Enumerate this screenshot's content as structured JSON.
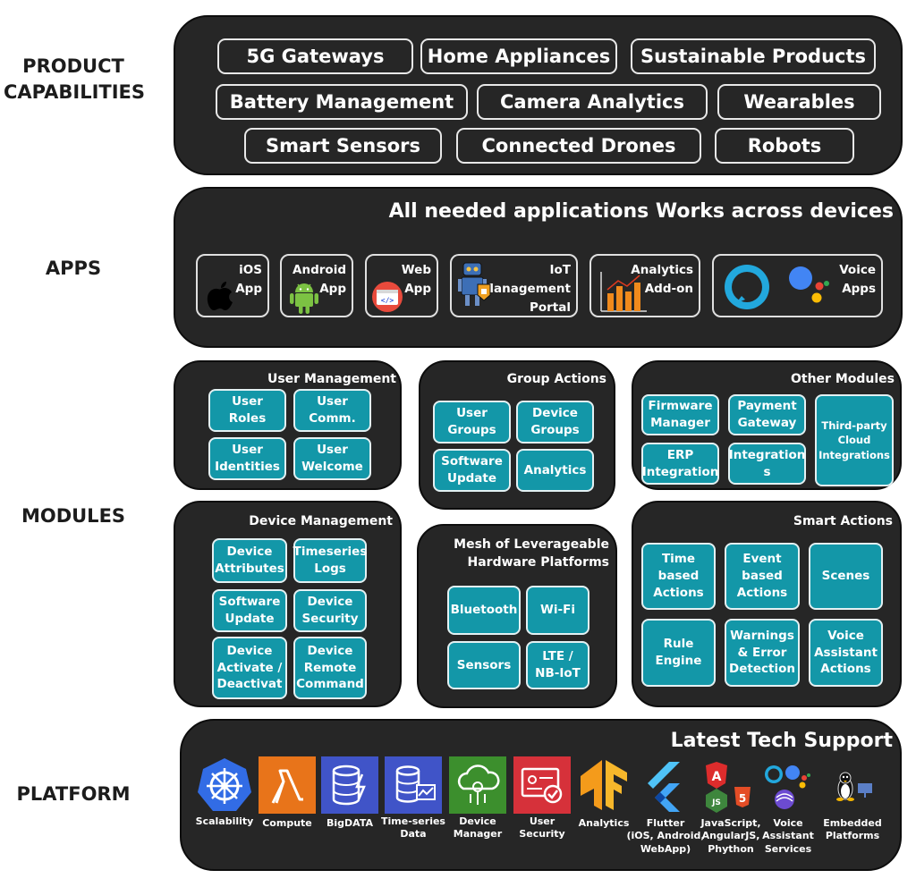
{
  "labels": {
    "product_line1": "PRODUCT",
    "product_line2": "CAPABILITIES",
    "apps": "APPS",
    "modules": "MODULES",
    "platform": "PLATFORM"
  },
  "capabilities": [
    "5G Gateways",
    "Home Appliances",
    "Sustainable Products",
    "Battery Management",
    "Camera Analytics",
    "Wearables",
    "Smart Sensors",
    "Connected Drones",
    "Robots"
  ],
  "apps": {
    "title": "All needed applications Works across devices",
    "items": [
      {
        "line1": "iOS",
        "line2": "App",
        "icon": "apple-icon"
      },
      {
        "line1": "Android",
        "line2": "App",
        "icon": "android-icon"
      },
      {
        "line1": "Web",
        "line2": "App",
        "icon": "code-icon"
      },
      {
        "line1": "IoT",
        "line2": "Management",
        "line3": "Portal",
        "icon": "robot-icon"
      },
      {
        "line1": "Analytics",
        "line2": "Add-on",
        "icon": "bar-chart-icon"
      },
      {
        "line1": "Voice",
        "line2": "Apps",
        "icon": "alexa-icon"
      }
    ]
  },
  "modules": {
    "user_management": {
      "title": "User Management",
      "tiles": [
        [
          "User",
          "Roles"
        ],
        [
          "User",
          "Comm."
        ],
        [
          "User",
          "Identities"
        ],
        [
          "User",
          "Welcome"
        ]
      ]
    },
    "group_actions": {
      "title": "Group Actions",
      "tiles": [
        [
          "User",
          "Groups"
        ],
        [
          "Device",
          "Groups"
        ],
        [
          "Software",
          "Update"
        ],
        [
          "Analytics"
        ]
      ]
    },
    "other_modules": {
      "title": "Other Modules",
      "tiles": [
        [
          "Firmware",
          "Manager"
        ],
        [
          "Payment",
          "Gateway"
        ],
        [
          "Third-party",
          "Cloud",
          "Integrations"
        ],
        [
          "ERP",
          "Integration"
        ],
        [
          "Integration",
          "s"
        ]
      ]
    },
    "device_management": {
      "title": "Device Management",
      "tiles": [
        [
          "Device",
          "Attributes"
        ],
        [
          "Timeseries",
          "Logs"
        ],
        [
          "Software",
          "Update"
        ],
        [
          "Device",
          "Security"
        ],
        [
          "Device",
          "Activate /",
          "Deactivat"
        ],
        [
          "Device",
          "Remote",
          "Command"
        ]
      ]
    },
    "mesh": {
      "title_line1": "Mesh of Leverageable",
      "title_line2": "Hardware Platforms",
      "tiles": [
        [
          "Bluetooth"
        ],
        [
          "Wi-Fi"
        ],
        [
          "Sensors"
        ],
        [
          "LTE /",
          "NB-IoT"
        ]
      ]
    },
    "smart_actions": {
      "title": "Smart Actions",
      "tiles": [
        [
          "Time",
          "based",
          "Actions"
        ],
        [
          "Event",
          "based",
          "Actions"
        ],
        [
          "Scenes"
        ],
        [
          "Rule",
          "Engine"
        ],
        [
          "Warnings",
          "& Error",
          "Detection"
        ],
        [
          "Voice",
          "Assistant",
          "Actions"
        ]
      ]
    }
  },
  "platform": {
    "title": "Latest Tech Support",
    "items": [
      {
        "caption": [
          "Scalability"
        ],
        "icon": "kubernetes-icon",
        "color": "#326ce5"
      },
      {
        "caption": [
          "Compute"
        ],
        "icon": "lambda-icon",
        "color": "#e8741a"
      },
      {
        "caption": [
          "BigDATA"
        ],
        "icon": "dynamodb-icon",
        "color": "#4054c8"
      },
      {
        "caption": [
          "Time-series",
          "Data"
        ],
        "icon": "database-icon",
        "color": "#4054c8"
      },
      {
        "caption": [
          "Device",
          "Manager"
        ],
        "icon": "iot-core-icon",
        "color": "#3c8f2d"
      },
      {
        "caption": [
          "User",
          "Security"
        ],
        "icon": "cognito-icon",
        "color": "#d6313a"
      },
      {
        "caption": [
          "Analytics"
        ],
        "icon": "tensorflow-icon",
        "color": "#f49b1b"
      },
      {
        "caption": [
          "Flutter",
          "(iOS, Android,",
          "WebApp)"
        ],
        "icon": "flutter-icon",
        "color": "#42a5f5"
      },
      {
        "caption": [
          "JavaScript,",
          "AngularJS,",
          "Phython"
        ],
        "icon": "angular-html5-icon",
        "color": "#dd2c2c"
      },
      {
        "caption": [
          "Voice",
          "Assistant",
          "Services"
        ],
        "icon": "voice-assistant-icon",
        "color": "#2e8bd8"
      },
      {
        "caption": [
          "Embedded",
          "Platforms"
        ],
        "icon": "linux-icon",
        "color": "#1a1a1a"
      }
    ]
  }
}
